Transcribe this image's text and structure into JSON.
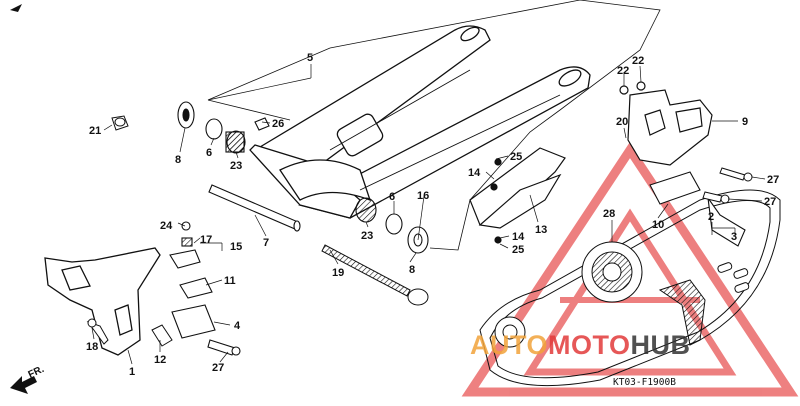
{
  "diagram": {
    "code": "KT03-F1900B",
    "direction_label": "FR.",
    "watermark": {
      "part1": "AUTO",
      "part2": "MOTO",
      "part3": "HUB"
    },
    "colors": {
      "line": "#111111",
      "watermark_red": "#e23a3a",
      "watermark_orange": "#f2a33a",
      "watermark_dark": "#333333",
      "watermark_triangle": "#e85555"
    },
    "callouts": [
      {
        "id": "c5",
        "text": "5"
      },
      {
        "id": "c21",
        "text": "21"
      },
      {
        "id": "c8a",
        "text": "8"
      },
      {
        "id": "c6a",
        "text": "6"
      },
      {
        "id": "c23a",
        "text": "23"
      },
      {
        "id": "c26",
        "text": "26"
      },
      {
        "id": "c25a",
        "text": "25"
      },
      {
        "id": "c14a",
        "text": "14"
      },
      {
        "id": "c16",
        "text": "16"
      },
      {
        "id": "c6b",
        "text": "6"
      },
      {
        "id": "c23b",
        "text": "23"
      },
      {
        "id": "c8b",
        "text": "8"
      },
      {
        "id": "c7",
        "text": "7"
      },
      {
        "id": "c13",
        "text": "13"
      },
      {
        "id": "c14b",
        "text": "14"
      },
      {
        "id": "c25b",
        "text": "25"
      },
      {
        "id": "c19",
        "text": "19"
      },
      {
        "id": "c24",
        "text": "24"
      },
      {
        "id": "c17",
        "text": "17"
      },
      {
        "id": "c15",
        "text": "15"
      },
      {
        "id": "c11",
        "text": "11"
      },
      {
        "id": "c4",
        "text": "4"
      },
      {
        "id": "c18",
        "text": "18"
      },
      {
        "id": "c12",
        "text": "12"
      },
      {
        "id": "c1",
        "text": "1"
      },
      {
        "id": "c27a",
        "text": "27"
      },
      {
        "id": "c22a",
        "text": "22"
      },
      {
        "id": "c22b",
        "text": "22"
      },
      {
        "id": "c20",
        "text": "20"
      },
      {
        "id": "c9",
        "text": "9"
      },
      {
        "id": "c27b",
        "text": "27"
      },
      {
        "id": "c27c",
        "text": "27"
      },
      {
        "id": "c10",
        "text": "10"
      },
      {
        "id": "c28",
        "text": "28"
      },
      {
        "id": "c2",
        "text": "2"
      },
      {
        "id": "c3",
        "text": "3"
      }
    ]
  }
}
